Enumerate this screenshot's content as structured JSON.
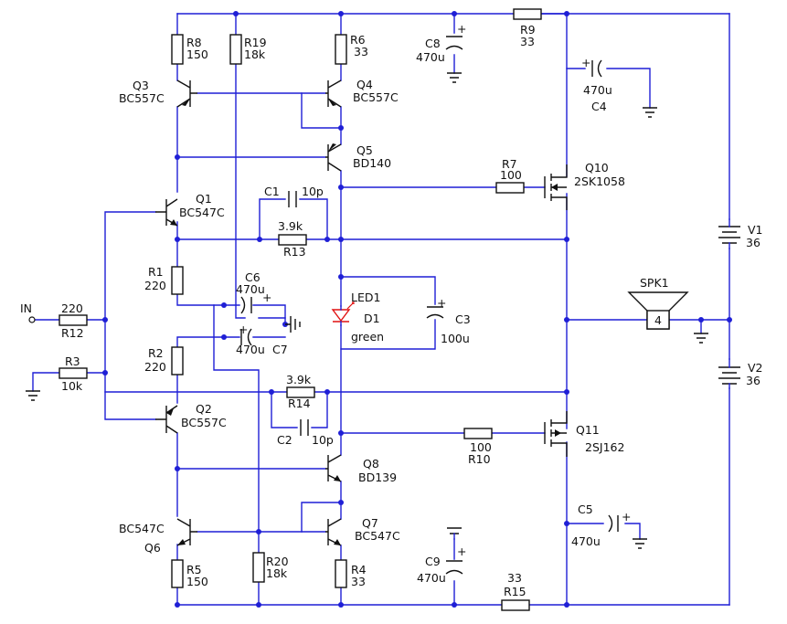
{
  "labels": {
    "in": "IN",
    "r1": {
      "name": "R1",
      "value": "220"
    },
    "r2": {
      "name": "R2",
      "value": "220"
    },
    "r3": {
      "name": "R3",
      "value": "10k"
    },
    "r4": {
      "name": "R4",
      "value": "33"
    },
    "r5": {
      "name": "R5",
      "value": "150"
    },
    "r6": {
      "name": "R6",
      "value": "33"
    },
    "r7": {
      "name": "R7",
      "value": "100"
    },
    "r8": {
      "name": "R8",
      "value": "150"
    },
    "r9": {
      "name": "R9",
      "value": "33"
    },
    "r10": {
      "name": "R10",
      "value": "100"
    },
    "r12": {
      "name": "R12",
      "value": "220"
    },
    "r13": {
      "name": "R13",
      "value": "3.9k"
    },
    "r14": {
      "name": "R14",
      "value": "3.9k"
    },
    "r15": {
      "name": "R15",
      "value": "33"
    },
    "r19": {
      "name": "R19",
      "value": "18k"
    },
    "r20": {
      "name": "R20",
      "value": "18k"
    },
    "c1": {
      "name": "C1",
      "value": "10p"
    },
    "c2": {
      "name": "C2",
      "value": "10p"
    },
    "c3": {
      "name": "C3",
      "value": "100u"
    },
    "c4": {
      "name": "C4",
      "value": "470u"
    },
    "c5": {
      "name": "C5",
      "value": "470u"
    },
    "c6": {
      "name": "C6",
      "value": "470u"
    },
    "c7": {
      "name": "C7",
      "value": "470u"
    },
    "c8": {
      "name": "C8",
      "value": "470u"
    },
    "c9": {
      "name": "C9",
      "value": "470u"
    },
    "q1": {
      "name": "Q1",
      "part": "BC547C"
    },
    "q2": {
      "name": "Q2",
      "part": "BC557C"
    },
    "q3": {
      "name": "Q3",
      "part": "BC557C"
    },
    "q4": {
      "name": "Q4",
      "part": "BC557C"
    },
    "q5": {
      "name": "Q5",
      "part": "BD140"
    },
    "q6": {
      "name": "Q6",
      "part": "BC547C"
    },
    "q7": {
      "name": "Q7",
      "part": "BC547C"
    },
    "q8": {
      "name": "Q8",
      "part": "BD139"
    },
    "q10": {
      "name": "Q10",
      "part": "2SK1058"
    },
    "q11": {
      "name": "Q11",
      "part": "2SJ162"
    },
    "led": {
      "name": "LED1",
      "ref": "D1",
      "color": "green"
    },
    "spk": {
      "name": "SPK1",
      "value": "4"
    },
    "v1": {
      "name": "V1",
      "value": "36"
    },
    "v2": {
      "name": "V2",
      "value": "36"
    },
    "plus": "+"
  },
  "colors": {
    "wire": "#1f1fd6",
    "component": "#111111",
    "led": "#e01010"
  }
}
